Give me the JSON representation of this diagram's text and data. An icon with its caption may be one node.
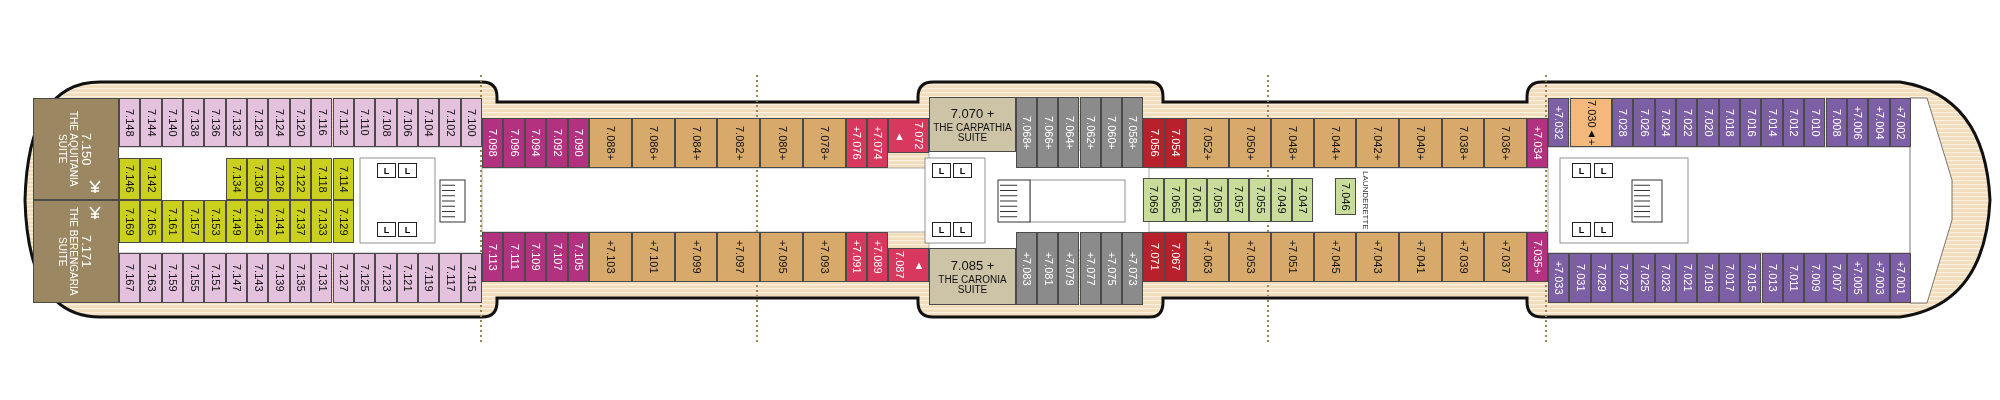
{
  "diagram": {
    "nodes": [
      {
        "text": [
          "7.150",
          "THE AQUITANIA SUITE"
        ]
      },
      {
        "text": [
          "7.171",
          "THE BERENGARIA SUITE"
        ]
      },
      {
        "text": [
          "7.148"
        ]
      },
      {
        "text": [
          "7.144"
        ]
      },
      {
        "text": [
          "7.140"
        ]
      },
      {
        "text": [
          "7.138"
        ]
      },
      {
        "text": [
          "7.136"
        ]
      },
      {
        "text": [
          "7.132"
        ]
      },
      {
        "text": [
          "7.128"
        ]
      },
      {
        "text": [
          "7.124"
        ]
      },
      {
        "text": [
          "7.120"
        ]
      },
      {
        "text": [
          "7.116"
        ]
      },
      {
        "text": [
          "7.112"
        ]
      },
      {
        "text": [
          "7.110"
        ]
      },
      {
        "text": [
          "7.108"
        ]
      },
      {
        "text": [
          "7.106"
        ]
      },
      {
        "text": [
          "7.104"
        ]
      },
      {
        "text": [
          "7.102"
        ]
      },
      {
        "text": [
          "7.100"
        ]
      },
      {
        "text": [
          "7.146"
        ]
      },
      {
        "text": [
          "7.142"
        ]
      },
      {
        "text": [
          "7.134"
        ]
      },
      {
        "text": [
          "7.130"
        ]
      },
      {
        "text": [
          "7.126"
        ]
      },
      {
        "text": [
          "7.122"
        ]
      },
      {
        "text": [
          "7.118"
        ]
      },
      {
        "text": [
          "7.114"
        ]
      },
      {
        "text": [
          "7.169"
        ]
      },
      {
        "text": [
          "7.165"
        ]
      },
      {
        "text": [
          "7.161"
        ]
      },
      {
        "text": [
          "7.157"
        ]
      },
      {
        "text": [
          "7.153"
        ]
      },
      {
        "text": [
          "7.149"
        ]
      },
      {
        "text": [
          "7.145"
        ]
      },
      {
        "text": [
          "7.141"
        ]
      },
      {
        "text": [
          "7.137"
        ]
      },
      {
        "text": [
          "7.133"
        ]
      },
      {
        "text": [
          "7.129"
        ]
      },
      {
        "text": [
          "7.167"
        ]
      },
      {
        "text": [
          "7.163"
        ]
      },
      {
        "text": [
          "7.159"
        ]
      },
      {
        "text": [
          "7.155"
        ]
      },
      {
        "text": [
          "7.151"
        ]
      },
      {
        "text": [
          "7.147"
        ]
      },
      {
        "text": [
          "7.143"
        ]
      },
      {
        "text": [
          "7.139"
        ]
      },
      {
        "text": [
          "7.135"
        ]
      },
      {
        "text": [
          "7.131"
        ]
      },
      {
        "text": [
          "7.127"
        ]
      },
      {
        "text": [
          "7.125"
        ]
      },
      {
        "text": [
          "7.123"
        ]
      },
      {
        "text": [
          "7.121"
        ]
      },
      {
        "text": [
          "7.119"
        ]
      },
      {
        "text": [
          "7.117"
        ]
      },
      {
        "text": [
          "7.115"
        ]
      },
      {
        "text": [
          "7.098"
        ]
      },
      {
        "text": [
          "7.096"
        ]
      },
      {
        "text": [
          "7.094"
        ]
      },
      {
        "text": [
          "7.092"
        ]
      },
      {
        "text": [
          "7.090"
        ]
      },
      {
        "text": [
          "7.088",
          "+"
        ]
      },
      {
        "text": [
          "7.086",
          "+"
        ]
      },
      {
        "text": [
          "7.084",
          "+"
        ]
      },
      {
        "text": [
          "7.082",
          "+"
        ]
      },
      {
        "text": [
          "7.080",
          "+"
        ]
      },
      {
        "text": [
          "7.078",
          "+"
        ]
      },
      {
        "text": [
          "+",
          "7.076"
        ]
      },
      {
        "text": [
          "+",
          "7.074"
        ]
      },
      {
        "text": [
          "7.072",
          "▲"
        ]
      },
      {
        "text": [
          "7.113"
        ]
      },
      {
        "text": [
          "7.111"
        ]
      },
      {
        "text": [
          "7.109"
        ]
      },
      {
        "text": [
          "7.107"
        ]
      },
      {
        "text": [
          "7.105"
        ]
      },
      {
        "text": [
          "+",
          "7.103"
        ]
      },
      {
        "text": [
          "+",
          "7.101"
        ]
      },
      {
        "text": [
          "+",
          "7.099"
        ]
      },
      {
        "text": [
          "+",
          "7.097"
        ]
      },
      {
        "text": [
          "+",
          "7.095"
        ]
      },
      {
        "text": [
          "+",
          "7.093"
        ]
      },
      {
        "text": [
          "+",
          "7.091"
        ]
      },
      {
        "text": [
          "+",
          "7.089"
        ]
      },
      {
        "text": [
          "▲",
          "7.087"
        ]
      },
      {
        "text": [
          "7.070 +",
          "THE CARPATHIA SUITE"
        ]
      },
      {
        "text": [
          "7.085 +",
          "THE CARONIA SUITE"
        ]
      },
      {
        "text": [
          "7.068",
          "+"
        ]
      },
      {
        "text": [
          "7.066",
          "+"
        ]
      },
      {
        "text": [
          "7.064",
          "+"
        ]
      },
      {
        "text": [
          "7.062",
          "+"
        ]
      },
      {
        "text": [
          "7.060",
          "+"
        ]
      },
      {
        "text": [
          "7.058",
          "+"
        ]
      },
      {
        "text": [
          "7.056"
        ]
      },
      {
        "text": [
          "7.054"
        ]
      },
      {
        "text": [
          "7.052",
          "+"
        ]
      },
      {
        "text": [
          "7.050",
          "+"
        ]
      },
      {
        "text": [
          "7.048",
          "+"
        ]
      },
      {
        "text": [
          "7.044",
          "+"
        ]
      },
      {
        "text": [
          "7.042",
          "+"
        ]
      },
      {
        "text": [
          "7.040",
          "+"
        ]
      },
      {
        "text": [
          "7.038",
          "+"
        ]
      },
      {
        "text": [
          "7.036",
          "+"
        ]
      },
      {
        "text": [
          "+",
          "7.034"
        ]
      },
      {
        "text": [
          "7.069"
        ]
      },
      {
        "text": [
          "7.065"
        ]
      },
      {
        "text": [
          "7.061"
        ]
      },
      {
        "text": [
          "7.059"
        ]
      },
      {
        "text": [
          "7.057"
        ]
      },
      {
        "text": [
          "7.055"
        ]
      },
      {
        "text": [
          "7.049"
        ]
      },
      {
        "text": [
          "7.047"
        ]
      },
      {
        "text": [
          "7.046"
        ]
      },
      {
        "text": [
          "+",
          "7.083"
        ]
      },
      {
        "text": [
          "+",
          "7.081"
        ]
      },
      {
        "text": [
          "+",
          "7.079"
        ]
      },
      {
        "text": [
          "+",
          "7.077"
        ]
      },
      {
        "text": [
          "+",
          "7.075"
        ]
      },
      {
        "text": [
          "+",
          "7.073"
        ]
      },
      {
        "text": [
          "7.071"
        ]
      },
      {
        "text": [
          "7.067"
        ]
      },
      {
        "text": [
          "+",
          "7.063"
        ]
      },
      {
        "text": [
          "+",
          "7.053"
        ]
      },
      {
        "text": [
          "+",
          "7.051"
        ]
      },
      {
        "text": [
          "+",
          "7.045"
        ]
      },
      {
        "text": [
          "+",
          "7.043"
        ]
      },
      {
        "text": [
          "+",
          "7.041"
        ]
      },
      {
        "text": [
          "+",
          "7.039"
        ]
      },
      {
        "text": [
          "+",
          "7.037"
        ]
      },
      {
        "text": [
          "7.035",
          "+"
        ]
      },
      {
        "text": [
          "+",
          "7.032"
        ]
      },
      {
        "text": [
          "7.030",
          "▲",
          "+"
        ]
      },
      {
        "text": [
          "7.028"
        ]
      },
      {
        "text": [
          "7.026"
        ]
      },
      {
        "text": [
          "7.024"
        ]
      },
      {
        "text": [
          "7.022"
        ]
      },
      {
        "text": [
          "7.020"
        ]
      },
      {
        "text": [
          "7.018"
        ]
      },
      {
        "text": [
          "7.016"
        ]
      },
      {
        "text": [
          "7.014"
        ]
      },
      {
        "text": [
          "7.012"
        ]
      },
      {
        "text": [
          "7.010"
        ]
      },
      {
        "text": [
          "7.008"
        ]
      },
      {
        "text": [
          "+",
          "7.006"
        ]
      },
      {
        "text": [
          "+",
          "7.004"
        ]
      },
      {
        "text": [
          "+",
          "7.002"
        ]
      },
      {
        "text": [
          "+",
          "7.033"
        ]
      },
      {
        "text": [
          "7.031"
        ]
      },
      {
        "text": [
          "7.029"
        ]
      },
      {
        "text": [
          "7.027"
        ]
      },
      {
        "text": [
          "7.025"
        ]
      },
      {
        "text": [
          "7.023"
        ]
      },
      {
        "text": [
          "7.021"
        ]
      },
      {
        "text": [
          "7.019"
        ]
      },
      {
        "text": [
          "7.017"
        ]
      },
      {
        "text": [
          "7.015"
        ]
      },
      {
        "text": [
          "7.013"
        ]
      },
      {
        "text": [
          "7.011"
        ]
      },
      {
        "text": [
          "7.009"
        ]
      },
      {
        "text": [
          "7.007"
        ]
      },
      {
        "text": [
          "+",
          "7.005"
        ]
      },
      {
        "text": [
          "+",
          "7.003"
        ]
      },
      {
        "text": [
          "+",
          "7.001"
        ]
      }
    ],
    "labels": [
      "L",
      "L",
      "L",
      "L",
      "L",
      "L",
      "L",
      "L",
      "LAUNDERETTE",
      "L",
      "L",
      "L",
      "L"
    ]
  }
}
